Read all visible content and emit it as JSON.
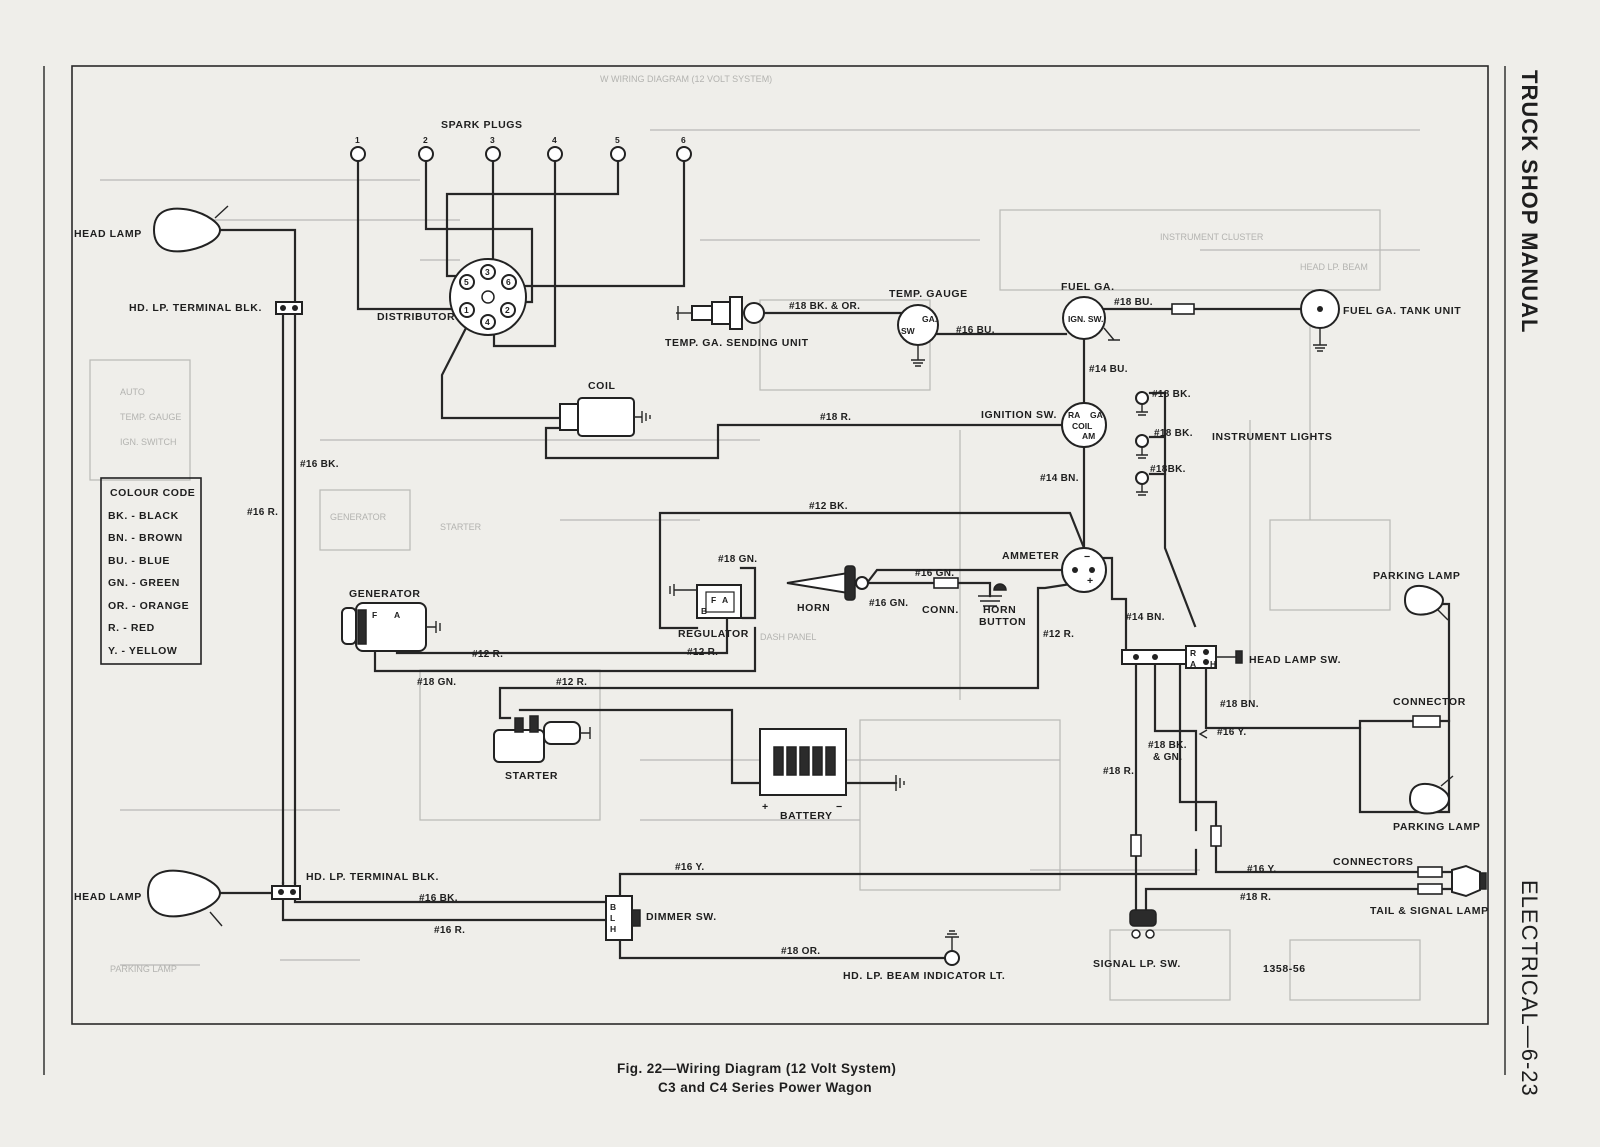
{
  "header": {
    "manual_title": "TRUCK SHOP MANUAL",
    "section": "ELECTRICAL—6-23"
  },
  "caption": {
    "line1": "Fig. 22—Wiring Diagram (12 Volt System)",
    "line2": "C3 and C4 Series Power Wagon"
  },
  "figure_number": "1358-56",
  "spark_plugs": {
    "title": "SPARK PLUGS",
    "numbers": [
      "1",
      "2",
      "3",
      "4",
      "5",
      "6"
    ]
  },
  "distributor": {
    "title": "DISTRIBUTOR",
    "terminals": [
      "1",
      "2",
      "3",
      "4",
      "5",
      "6"
    ]
  },
  "colour_code": {
    "title": "COLOUR CODE",
    "entries": [
      "BK. - BLACK",
      "BN. - BROWN",
      "BU. - BLUE",
      "GN. - GREEN",
      "OR. - ORANGE",
      "R.  - RED",
      "Y.  - YELLOW"
    ]
  },
  "components": {
    "head_lamp": "HEAD LAMP",
    "hd_lp_terminal_blk": "HD. LP. TERMINAL BLK.",
    "coil": "COIL",
    "temp_gauge": "TEMP. GAUGE",
    "temp_gauge_ga": "GA.",
    "temp_gauge_sw": "SW",
    "temp_sending_unit": "TEMP. GA. SENDING UNIT",
    "fuel_ga": "FUEL GA.",
    "fuel_ign_sw": "IGN. SW.",
    "fuel_tank_unit": "FUEL GA. TANK UNIT",
    "ignition_sw": "IGNITION SW.",
    "ign_ra": "RA",
    "ign_ga": "GA",
    "ign_coil": "COIL",
    "ign_am": "AM",
    "instrument_lights": "INSTRUMENT  LIGHTS",
    "ammeter": "AMMETER",
    "ammeter_minus": "−",
    "ammeter_plus": "+",
    "generator": "GENERATOR",
    "gen_f": "F",
    "gen_a": "A",
    "regulator": "REGULATOR",
    "reg_f": "F",
    "reg_a": "A",
    "reg_b": "B",
    "horn": "HORN",
    "conn": "CONN.",
    "horn_button_1": "HORN",
    "horn_button_2": "BUTTON",
    "starter": "STARTER",
    "battery": "BATTERY",
    "battery_plus": "+",
    "battery_minus": "−",
    "head_lamp_sw": "HEAD LAMP SW.",
    "hl_r": "R",
    "hl_a": "A",
    "hl_h": "H",
    "parking_lamp": "PARKING LAMP",
    "connector": "CONNECTOR",
    "connectors": "CONNECTORS",
    "tail_signal_lamp": "TAIL & SIGNAL LAMP",
    "dimmer_sw": "DIMMER SW.",
    "dim_b": "B",
    "dim_l": "L",
    "dim_h": "H",
    "beam_indicator": "HD. LP. BEAM INDICATOR LT.",
    "signal_lp_sw": "SIGNAL LP. SW."
  },
  "wires": {
    "w_18bk_or": "#18 BK. & OR.",
    "w_16bu_temp": "#16 BU.",
    "w_18bu_fuel": "#18 BU.",
    "w_14bu": "#14 BU.",
    "w_18r_coil": "#18 R.",
    "w_18bk_1": "#18 BK.",
    "w_18bk_2": "#18 BK.",
    "w_18bk_3": "#18BK.",
    "w_14bn_ign": "#14 BN.",
    "w_12bk": "#12 BK.",
    "w_18gn_reg": "#18 GN.",
    "w_16gn_1": "#16 GN.",
    "w_16gn_2": "#16 GN.",
    "w_14bn_hl": "#14 BN.",
    "w_12r_amm": "#12 R.",
    "w_12r_gen": "#12 R.",
    "w_12r_reg": "#12 R.",
    "w_18gn_gen": "#18 GN.",
    "w_12r_start": "#12 R.",
    "w_16bk_left": "#16 BK.",
    "w_16r_left": "#16 R.",
    "w_18bn": "#18 BN.",
    "w_16y_hl": "#16 Y.",
    "w_18bk_gn_1": "#18 BK.",
    "w_18bk_gn_2": "& GN.",
    "w_18r_sig": "#18 R.",
    "w_16y_top": "#16 Y.",
    "w_16bk_dim": "#16 BK.",
    "w_16r_dim": "#16 R.",
    "w_18or": "#18 OR.",
    "w_16y_tail": "#16 Y.",
    "w_18r_tail": "#18 R."
  }
}
